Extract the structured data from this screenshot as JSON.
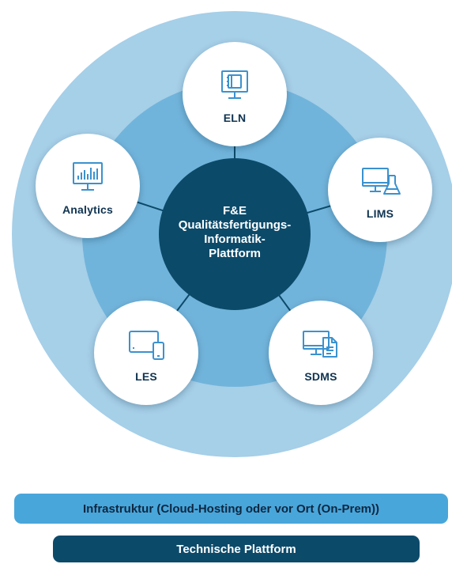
{
  "diagram": {
    "center_label": "F&E\nQualitätsfertigungs-\nInformatik-\nPlattform",
    "nodes": [
      {
        "key": "eln",
        "label": "ELN",
        "icon": "notebook-monitor-icon"
      },
      {
        "key": "lims",
        "label": "LIMS",
        "icon": "monitor-flask-icon"
      },
      {
        "key": "sdms",
        "label": "SDMS",
        "icon": "monitor-document-icon"
      },
      {
        "key": "les",
        "label": "LES",
        "icon": "tablet-phone-icon"
      },
      {
        "key": "analytics",
        "label": "Analytics",
        "icon": "monitor-bar-chart-icon"
      }
    ]
  },
  "bars": {
    "infrastructure": "Infrastruktur (Cloud-Hosting oder vor Ort (On-Prem))",
    "technical_platform": "Technische Plattform"
  },
  "colors": {
    "outer_ring": "#a6cfe8",
    "middle_ring": "#71b4db",
    "center": "#0c4a6a",
    "connector": "#0c4a6a",
    "infra_bar": "#49a6db",
    "tech_bar": "#0c4a6a",
    "icon_stroke": "#3a92cf",
    "label_text": "#0f3350"
  }
}
